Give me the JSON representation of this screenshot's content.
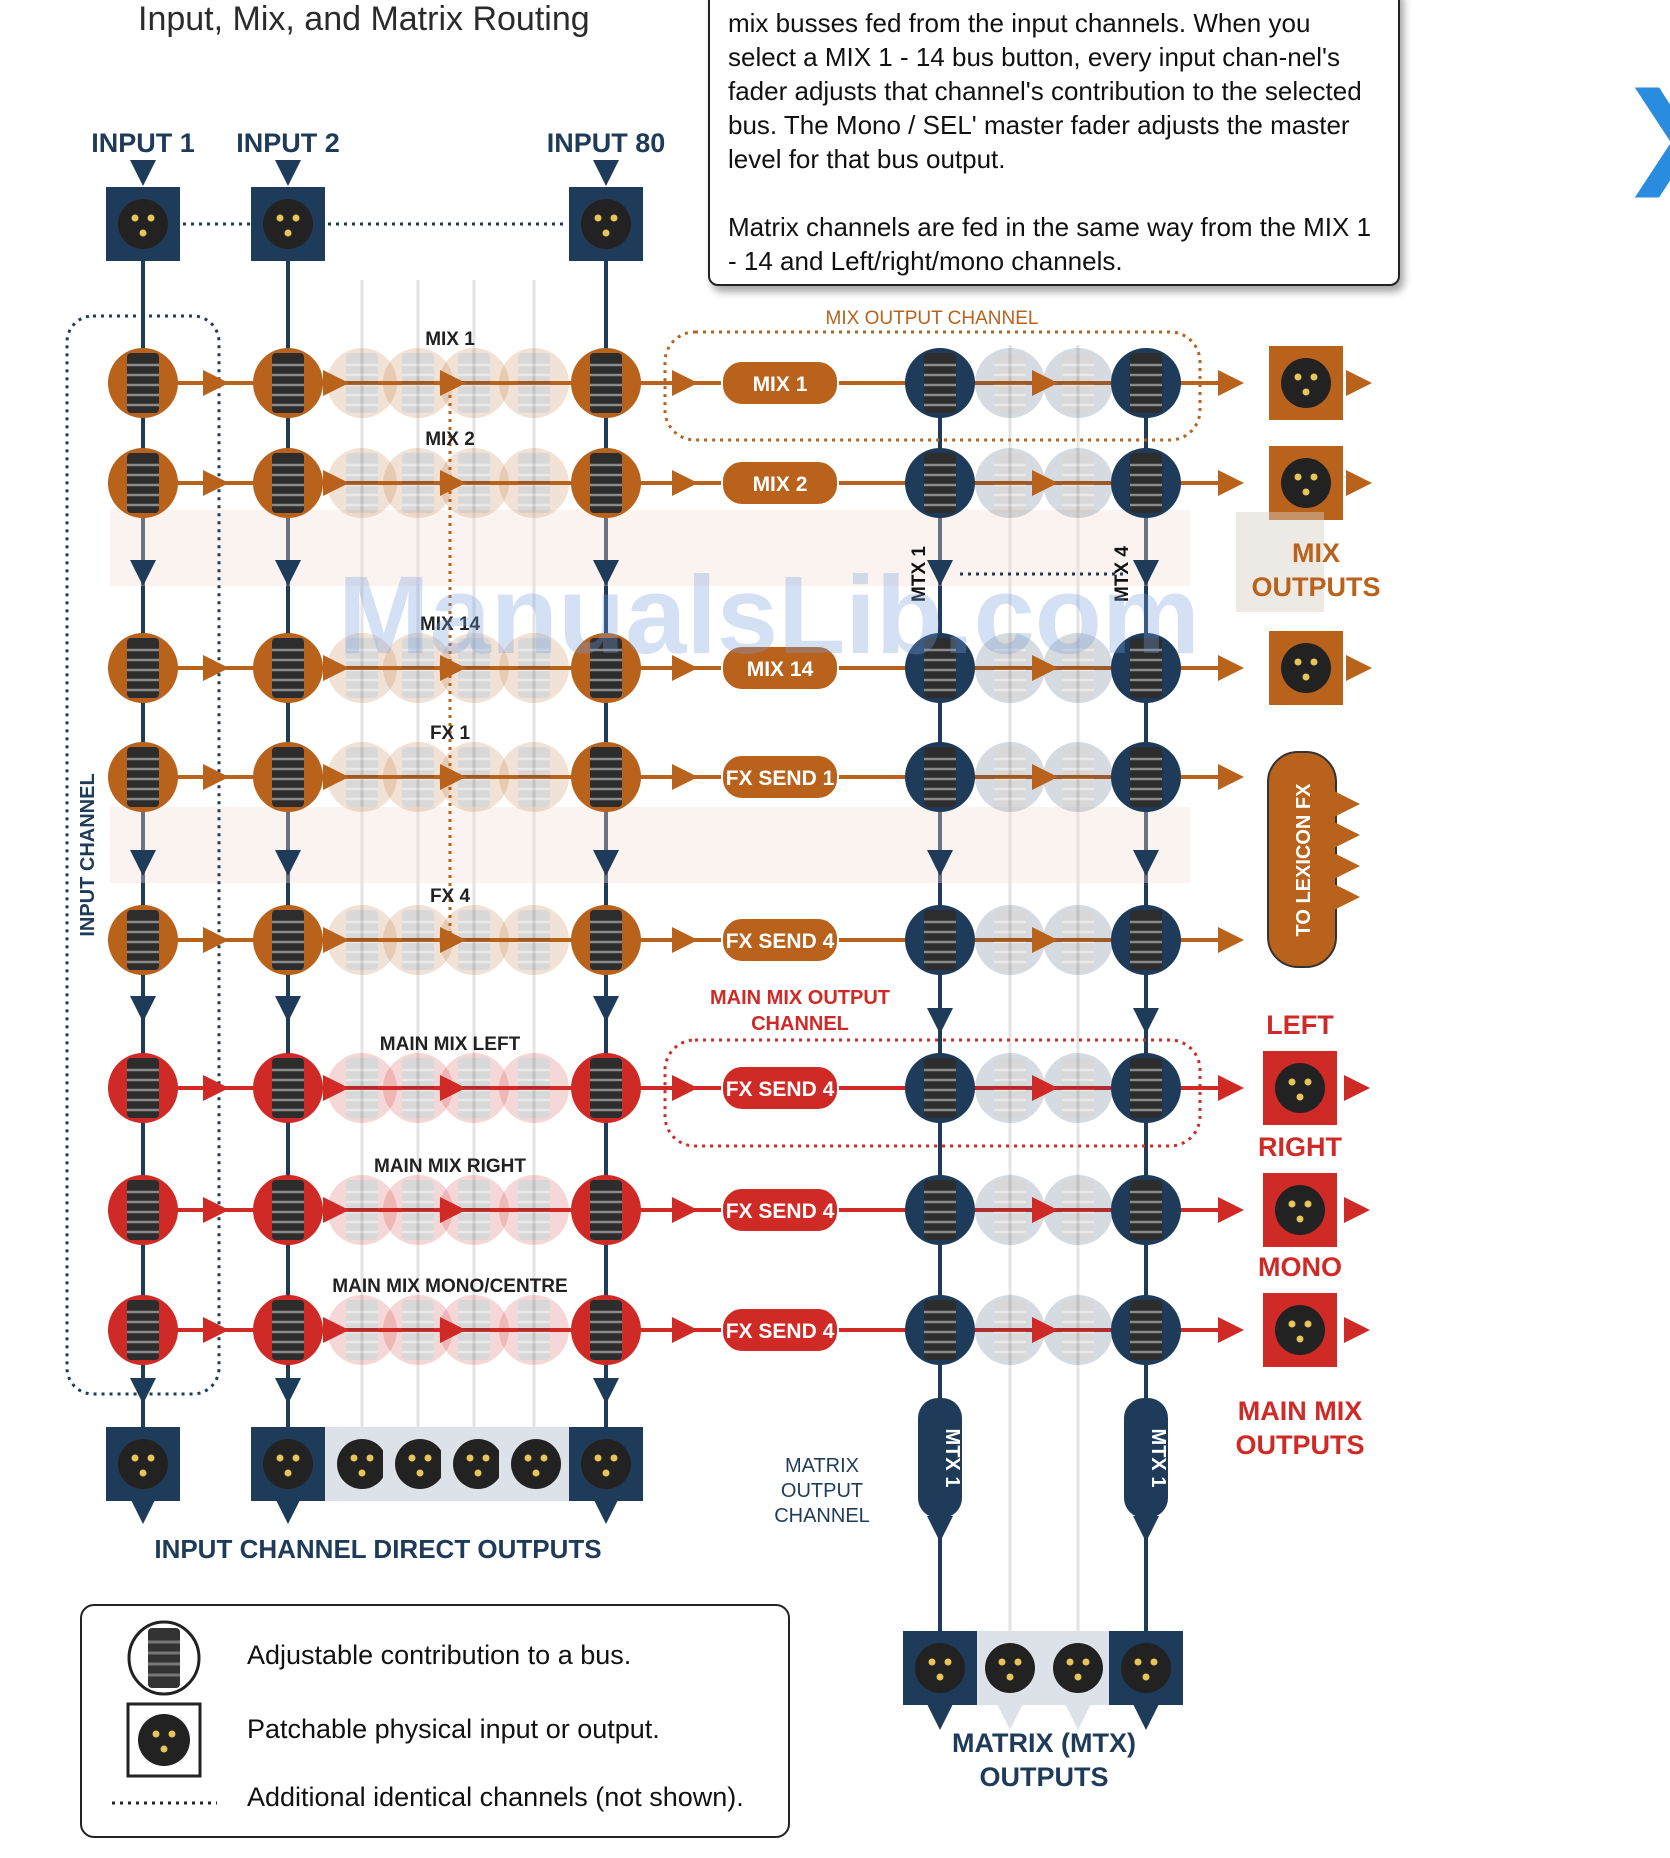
{
  "title": "Input, Mix, and Matrix Routing",
  "note": {
    "para1": "mix busses fed from the input channels. When you select a MIX 1 - 14 bus button, every input chan-nel's fader adjusts that channel's contribution to the selected bus. The Mono / SEL' master fader adjusts the master level for that bus output.",
    "para2": "Matrix channels are fed in the same way from the MIX 1 - 14 and Left/right/mono channels."
  },
  "inputs": [
    "INPUT 1",
    "INPUT 2",
    "INPUT 80"
  ],
  "bus_labels": [
    "MIX 1",
    "MIX 2",
    "MIX 14",
    "FX 1",
    "FX 4",
    "MAIN MIX LEFT",
    "MAIN MIX RIGHT",
    "MAIN MIX MONO/CENTRE"
  ],
  "output_pills": [
    "MIX 1",
    "MIX 2",
    "MIX 14",
    "FX SEND 1",
    "FX SEND 4",
    "FX SEND 4",
    "FX SEND 4",
    "FX SEND 4"
  ],
  "mix_output_channel_label": "MIX OUTPUT CHANNEL",
  "main_mix_output_channel_label": "MAIN MIX OUTPUT CHANNEL",
  "mix_outputs_label": "MIX OUTPUTS",
  "lexicon_label": "TO LEXICON FX",
  "main_out_labels": [
    "LEFT",
    "RIGHT",
    "MONO"
  ],
  "main_mix_outputs_label": "MAIN MIX OUTPUTS",
  "input_channel_label": "INPUT CHANNEL",
  "direct_outputs_label": "INPUT CHANNEL DIRECT OUTPUTS",
  "matrix_channel_labels": [
    "MTX 1",
    "MTX 4"
  ],
  "matrix_pill_labels": [
    "MTX 1",
    "MTX 1"
  ],
  "matrix_output_channel_label": "MATRIX OUTPUT CHANNEL",
  "matrix_outputs_label": "MATRIX (MTX) OUTPUTS",
  "legend": {
    "fader": "Adjustable contribution to a bus.",
    "connector": "Patchable physical input or output.",
    "dotted": "Additional identical channels (not shown)."
  },
  "watermark": "ManualsLib.com",
  "colors": {
    "navy": "#1f3b5a",
    "orange": "#b8621c",
    "red": "#cf2a26",
    "accent_blue": "#2a8cde"
  },
  "icons": {
    "next": "chevron-right-icon",
    "fader": "fader-icon",
    "connector": "xlr-connector-icon"
  }
}
